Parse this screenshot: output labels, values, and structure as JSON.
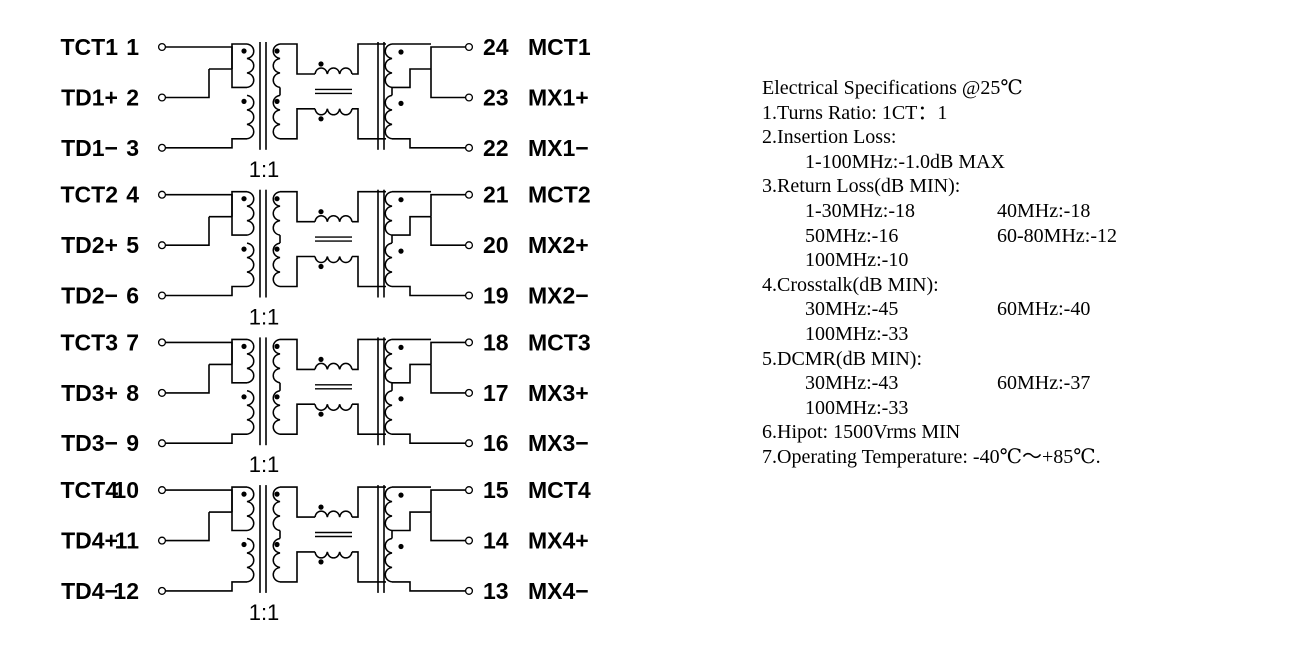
{
  "colors": {
    "ink": "#000000",
    "background": "#ffffff"
  },
  "schematic": {
    "channels": [
      {
        "ratio": "1:1",
        "left_pins": [
          {
            "name": "TCT1",
            "number": "1"
          },
          {
            "name": "TD1+",
            "number": "2"
          },
          {
            "name": "TD1−",
            "number": "3"
          }
        ],
        "right_pins": [
          {
            "number": "24",
            "name": "MCT1"
          },
          {
            "number": "23",
            "name": "MX1+"
          },
          {
            "number": "22",
            "name": "MX1−"
          }
        ]
      },
      {
        "ratio": "1:1",
        "left_pins": [
          {
            "name": "TCT2",
            "number": "4"
          },
          {
            "name": "TD2+",
            "number": "5"
          },
          {
            "name": "TD2−",
            "number": "6"
          }
        ],
        "right_pins": [
          {
            "number": "21",
            "name": "MCT2"
          },
          {
            "number": "20",
            "name": "MX2+"
          },
          {
            "number": "19",
            "name": "MX2−"
          }
        ]
      },
      {
        "ratio": "1:1",
        "left_pins": [
          {
            "name": "TCT3",
            "number": "7"
          },
          {
            "name": "TD3+",
            "number": "8"
          },
          {
            "name": "TD3−",
            "number": "9"
          }
        ],
        "right_pins": [
          {
            "number": "18",
            "name": "MCT3"
          },
          {
            "number": "17",
            "name": "MX3+"
          },
          {
            "number": "16",
            "name": "MX3−"
          }
        ]
      },
      {
        "ratio": "1:1",
        "left_pins": [
          {
            "name": "TCT4",
            "number": "10"
          },
          {
            "name": "TD4+",
            "number": "11"
          },
          {
            "name": "TD4−",
            "number": "12"
          }
        ],
        "right_pins": [
          {
            "number": "15",
            "name": "MCT4"
          },
          {
            "number": "14",
            "name": "MX4+"
          },
          {
            "number": "13",
            "name": "MX4−"
          }
        ]
      }
    ]
  },
  "specs": {
    "heading": "Electrical Specifications @25℃",
    "items": [
      {
        "title": "1.Turns Ratio: 1CT：1",
        "rows": []
      },
      {
        "title": "2.Insertion Loss:",
        "rows": [
          [
            "1-100MHz:-1.0dB MAX"
          ]
        ]
      },
      {
        "title": "3.Return Loss(dB MIN):",
        "rows": [
          [
            "1-30MHz:-18",
            "40MHz:-18"
          ],
          [
            "50MHz:-16",
            "60-80MHz:-12"
          ],
          [
            "100MHz:-10"
          ]
        ]
      },
      {
        "title": "4.Crosstalk(dB MIN):",
        "rows": [
          [
            "30MHz:-45",
            "60MHz:-40"
          ],
          [
            "100MHz:-33"
          ]
        ]
      },
      {
        "title": "5.DCMR(dB MIN):",
        "rows": [
          [
            "30MHz:-43",
            "60MHz:-37"
          ],
          [
            "100MHz:-33"
          ]
        ]
      },
      {
        "title": "6.Hipot: 1500Vrms MIN",
        "rows": []
      },
      {
        "title": "7.Operating Temperature: -40℃～+85℃.",
        "rows": []
      }
    ]
  }
}
